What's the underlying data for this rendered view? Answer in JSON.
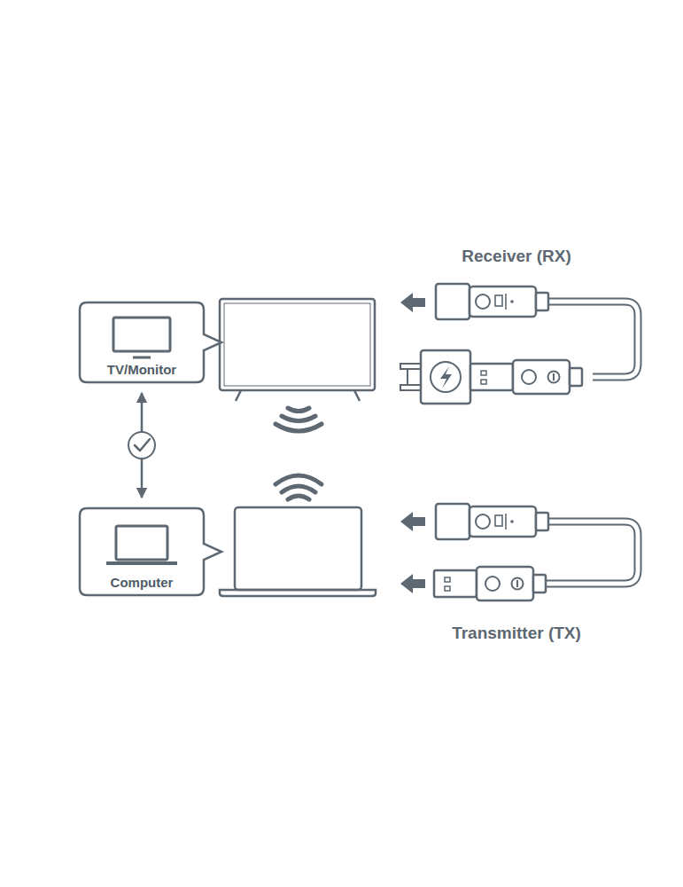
{
  "diagram": {
    "nodes": [
      {
        "text": [
          "TV/Monitor"
        ]
      },
      {
        "text": [
          "Computer"
        ]
      }
    ],
    "edges": [
      {
        "from": 0,
        "to": 1,
        "arrow": "both"
      }
    ],
    "labels": [
      "Receiver (RX)",
      "Transmitter (TX)"
    ]
  }
}
